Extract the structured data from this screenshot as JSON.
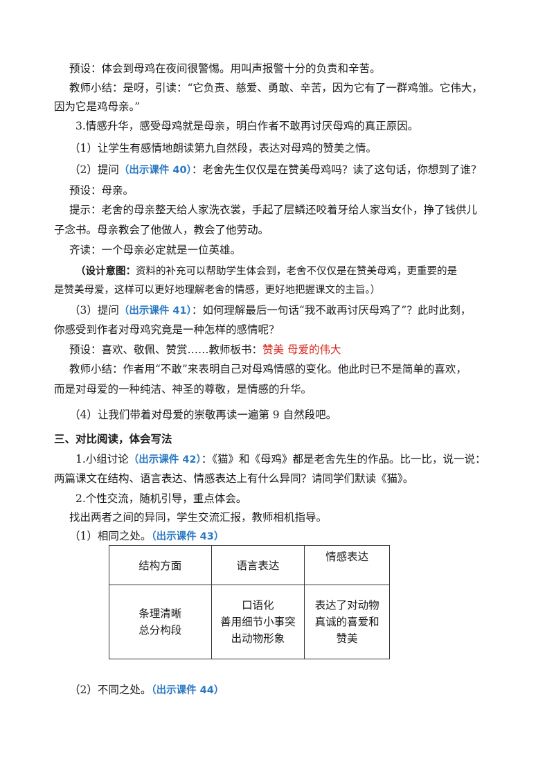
{
  "lines": {
    "l1": "预设：体会到母鸡在夜间很警惕。用叫声报警十分的负责和辛苦。",
    "l2": "教师小结：是呀，引读：“它负责、慈爱、勇敢、辛苦，因为它有了一群鸡雏。它伟大，",
    "l3": "因为它是鸡母亲。”",
    "l4": "3.情感升华，感受母鸡就是母亲，明白作者不敢再讨厌母鸡的真正原因。",
    "l5": "（1）让学生有感情地朗读第九自然段，表达对母鸡的赞美之情。",
    "l6a": "（2）提问",
    "l6ref": "（出示课件 40）",
    "l6b": "：老舍先生仅仅是在赞美母鸡吗？读了这句话，你想到了谁？",
    "l7": "预设：母亲。",
    "l8": "提示：老舍的母亲整天给人家洗衣裳，手起了层鳞还咬着牙给人家当女仆，挣了钱供儿",
    "l9": "子念书。母亲教会了他做人，教会了他劳动。",
    "l10": "齐读：一个母亲必定就是一位英雄。",
    "l11a": "（设计意图：",
    "l11b": "资料的补充可以帮助学生体会到，老舍不仅仅是在赞美母鸡，更重要的是",
    "l12": "是赞美母爱，这样可以更好地理解老舍的情感，更好地把握课文的主旨。）",
    "l13a": "（3）提问",
    "l13ref": "（出示课件 41）",
    "l13b": "：如何理解最后一句话“我不敢再讨厌母鸡了”？此时此刻，",
    "l14": "你感受到作者对母鸡究竟是一种怎样的感情呢？",
    "l15a": "预设：喜欢、敬佩、赞赏……教师板书：",
    "l15red": "赞美  母爱的伟大",
    "l16": "教师小结：作者用“不敢”来表明自己对母鸡情感的变化。他此时已不是简单的喜欢，",
    "l17": "而是对母爱的一种纯洁、神圣的尊敬，是情感的升华。",
    "l18": "（4）让我们带着对母爱的崇敬再读一遍第 9 自然段吧。",
    "h3": "三、对比阅读，体会写法",
    "l19a": "1.小组讨论",
    "l19ref": "（出示课件 42）",
    "l19b": "：《猫》和《母鸡》都是老舍先生的作品。比一比，说一说：",
    "l20": "两篇课文在结构、语言表达、情感表达上有什么异同？请同学们默读《猫》。",
    "l21": "2.个性交流，随机引导，重点体会。",
    "l22": "找出两者之间的异同，学生交流汇报，教师相机指导。",
    "l23a": "（1）相同之处。",
    "l23ref": "（出示课件 43）",
    "l24a": "（2）不同之处。",
    "l24ref": "（出示课件 44）"
  },
  "table": {
    "headers": [
      "结构方面",
      "语言表达",
      "情感表达"
    ],
    "col1": [
      "条理清晰",
      "总分构段"
    ],
    "col2": [
      "口语化",
      "善用细节小事突",
      "出动物形象"
    ],
    "col3": [
      "表达了对动物",
      "真诚的喜爱和",
      "赞美"
    ]
  }
}
